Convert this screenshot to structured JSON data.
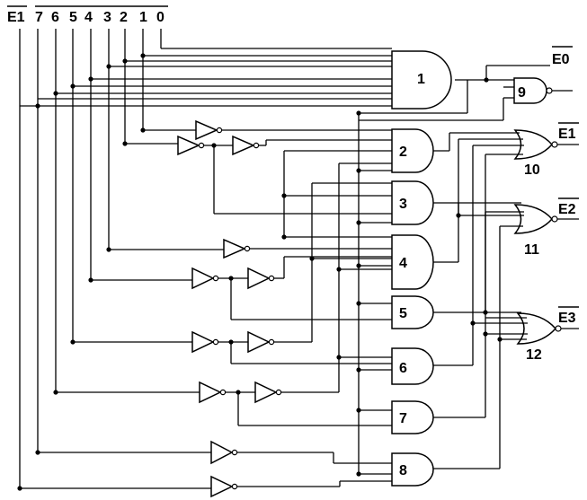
{
  "inputs": {
    "e1": "E1",
    "i7": "7",
    "i6": "6",
    "i5": "5",
    "i4": "4",
    "i3": "3",
    "i2": "2",
    "i1": "1",
    "i0": "0"
  },
  "outputs": {
    "e0": "E0",
    "e1": "E1",
    "e2": "E2",
    "e3": "E3"
  },
  "gates": {
    "g1": "1",
    "g2": "2",
    "g3": "3",
    "g4": "4",
    "g5": "5",
    "g6": "6",
    "g7": "7",
    "g8": "8",
    "g9": "9",
    "g10": "10",
    "g11": "11",
    "g12": "12"
  }
}
